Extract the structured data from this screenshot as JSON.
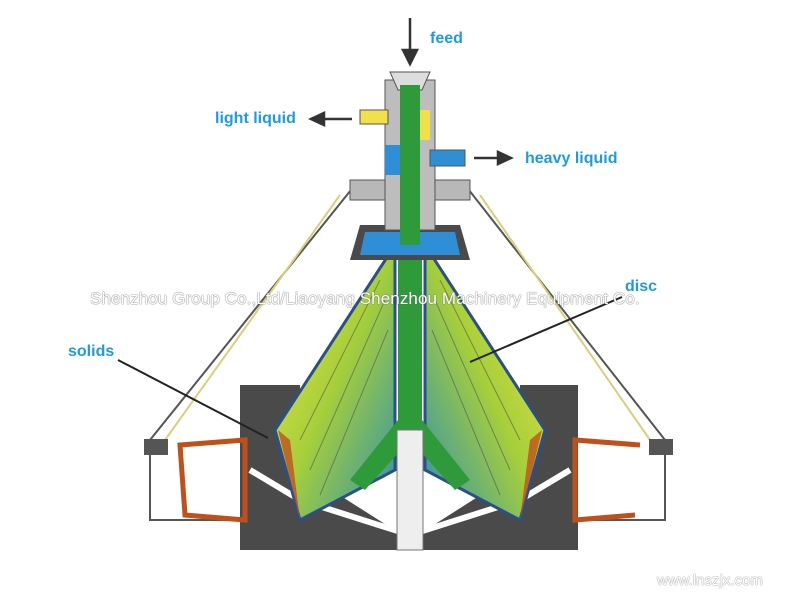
{
  "title": "Disc separator flow diagram",
  "labels": {
    "feed": "feed",
    "light_liquid": "light liquid",
    "heavy_liquid": "heavy liquid",
    "disc": "disc",
    "solids": "solids"
  },
  "watermark": "Shenzhou Group Co.,Ltd/Liaoyang Shenzhou Machinery Equipment Co.",
  "website": "www.lnszjx.com",
  "colors": {
    "label": "#1e9be0",
    "housing": "#4a4a4a",
    "light_liquid": "#f2e04a",
    "heavy_liquid": "#2e8fd6",
    "feed_green": "#2e9a3a",
    "solids": "#c0501a"
  }
}
